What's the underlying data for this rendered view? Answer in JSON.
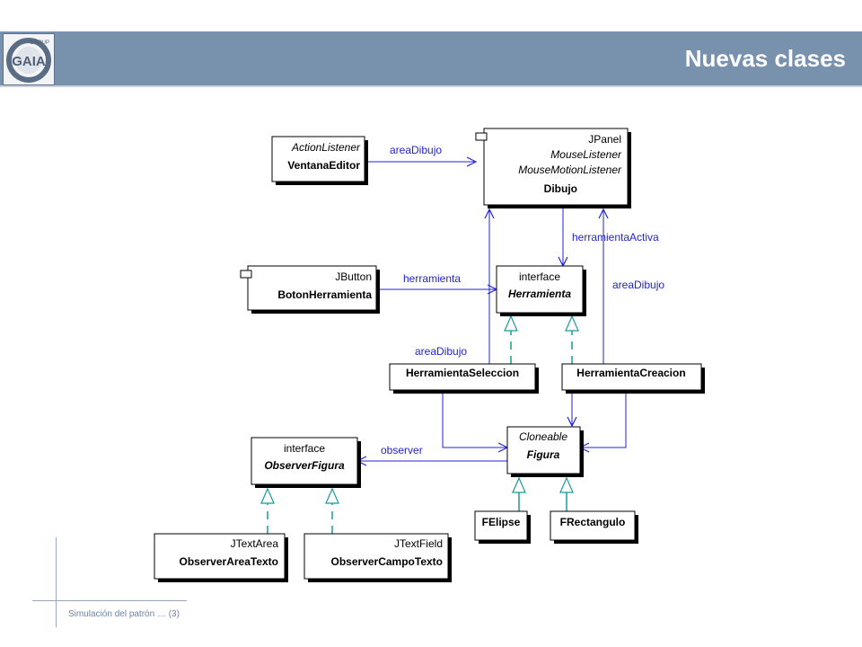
{
  "header": {
    "title": "Nuevas clases",
    "logo_text": "GAIA",
    "logo_arc_text": "GROUP",
    "background_color": "#7891ad"
  },
  "diagram": {
    "classes": {
      "ventana_editor": {
        "stereotype": "ActionListener",
        "name": "VentanaEditor"
      },
      "dibujo": {
        "stereotypes": [
          "JPanel",
          "MouseListener",
          "MouseMotionListener"
        ],
        "name": "Dibujo"
      },
      "boton_herramienta": {
        "stereotype": "JButton",
        "name": "BotonHerramienta"
      },
      "herramienta": {
        "stereotype": "interface",
        "name": "Herramienta"
      },
      "herramienta_seleccion": {
        "name": "HerramientaSeleccion"
      },
      "herramienta_creacion": {
        "name": "HerramientaCreacion"
      },
      "observer_figura": {
        "stereotype": "interface",
        "name": "ObserverFigura"
      },
      "figura": {
        "stereotype": "Cloneable",
        "name": "Figura"
      },
      "felipse": {
        "name": "FElipse"
      },
      "frectangulo": {
        "name": "FRectangulo"
      },
      "observer_area_texto": {
        "stereotype": "JTextArea",
        "name": "ObserverAreaTexto"
      },
      "observer_campo_texto": {
        "stereotype": "JTextField",
        "name": "ObserverCampoTexto"
      }
    },
    "labels": {
      "area_dibujo_1": "areaDibujo",
      "herramienta_activa": "herramientaActiva",
      "herramienta": "herramienta",
      "area_dibujo_2": "areaDibujo",
      "area_dibujo_3": "areaDibujo",
      "observer": "observer"
    },
    "colors": {
      "association": "#2222dd",
      "realization": "#1a9a9a",
      "box_border": "#000000"
    }
  },
  "footer": {
    "text": "Simulación del patrón … (3)"
  }
}
